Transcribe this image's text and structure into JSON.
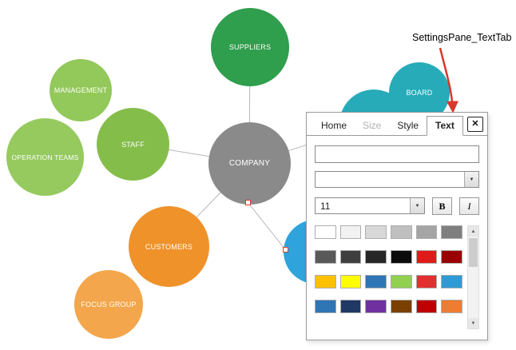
{
  "annotation": {
    "label": "SettingsPane_TextTab",
    "arrow_color": "#d8372a"
  },
  "diagram": {
    "nodes": [
      {
        "label": "SUPPLIERS",
        "color": "#2f9e4d"
      },
      {
        "label": "MANAGEMENT",
        "color": "#93c85a"
      },
      {
        "label": "STAFF",
        "color": "#85bd4b"
      },
      {
        "label": "OPERATION TEAMS",
        "color": "#96ca5f"
      },
      {
        "label": "COMPANY",
        "color": "#8a8a8a"
      },
      {
        "label": "BOARD",
        "color": "#27abb9"
      },
      {
        "label": "",
        "color": "#27abb9"
      },
      {
        "label": "CUSTOMERS",
        "color": "#ef922a"
      },
      {
        "label": "FOCUS GROUP",
        "color": "#f3a64b"
      },
      {
        "label": "",
        "color": "#2fa3db"
      }
    ],
    "line_color": "#b7b7b7",
    "handle_color": "#e0392b"
  },
  "panel": {
    "tabs": [
      {
        "label": "Home",
        "state": "normal"
      },
      {
        "label": "Size",
        "state": "disabled"
      },
      {
        "label": "Style",
        "state": "normal"
      },
      {
        "label": "Text",
        "state": "active"
      }
    ],
    "close_icon": "✕",
    "text_input": {
      "value": ""
    },
    "font_dropdown": {
      "value": "",
      "arrow_icon": "▼"
    },
    "font_size": {
      "value": "11",
      "arrow_icon": "▼"
    },
    "bold_button": "B",
    "italic_button": "I",
    "palette": {
      "rows": [
        [
          "#ffffff",
          "#f2f2f2",
          "#d8d8d8",
          "#bfbfbf",
          "#a5a5a5",
          "#7f7f7f"
        ],
        [
          "#595959",
          "#3f3f3f",
          "#262626",
          "#0c0c0c",
          "#dd1c1a",
          "#9b0000"
        ],
        [
          "#ffc000",
          "#ffff00",
          "#2e75b6",
          "#92d050",
          "#e03030",
          "#2e9bd6"
        ],
        [
          "#2e75b6",
          "#1f3864",
          "#7030a0",
          "#7b3f00",
          "#c00000",
          "#ed7d31"
        ]
      ]
    },
    "scrollbar": {
      "up_icon": "▲",
      "down_icon": "▼"
    }
  }
}
